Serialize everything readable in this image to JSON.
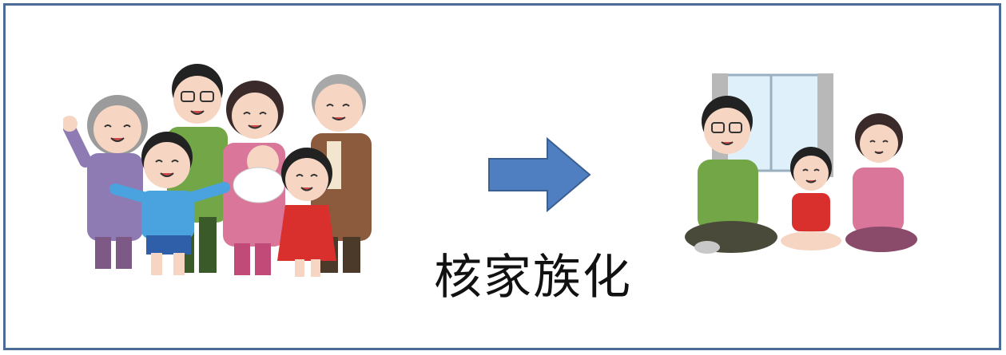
{
  "diagram": {
    "caption": "核家族化",
    "left_panel": {
      "people": [
        "grandmother",
        "father",
        "mother",
        "baby",
        "boy",
        "girl",
        "grandfather"
      ]
    },
    "right_panel": {
      "people": [
        "father",
        "girl",
        "mother"
      ],
      "background": "window"
    },
    "colors": {
      "border": "#4a6b96",
      "arrow_fill": "#4f7fc0",
      "arrow_stroke": "#3a5f92"
    }
  }
}
